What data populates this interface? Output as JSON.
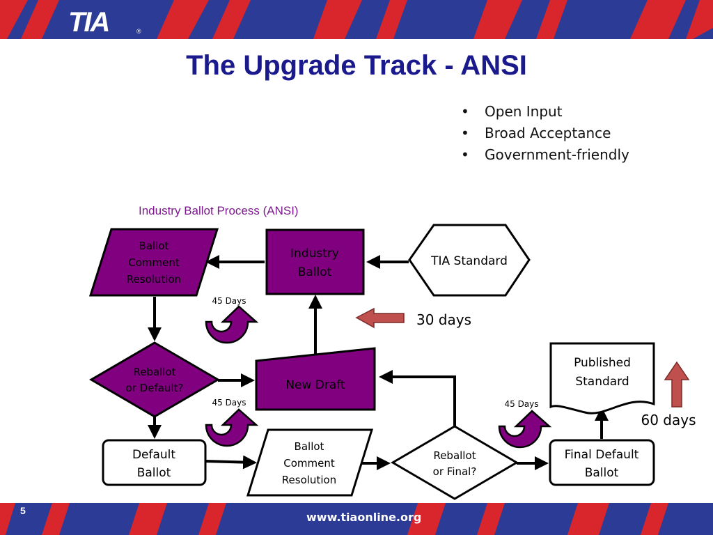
{
  "header": {
    "logo_text": "TIA",
    "logo_mark": "®"
  },
  "title": "The Upgrade Track - ANSI",
  "bullets": [
    "Open Input",
    "Broad Acceptance",
    "Government-friendly"
  ],
  "diagram": {
    "subtitle": "Industry Ballot Process (ANSI)",
    "nodes": {
      "ballot_comment_resolution_top": [
        "Ballot",
        "Comment",
        "Resolution"
      ],
      "industry_ballot": [
        "Industry",
        "Ballot"
      ],
      "tia_standard": "TIA Standard",
      "reballot_or_default": [
        "Reballot",
        "or Default?"
      ],
      "new_draft": "New Draft",
      "default_ballot": [
        "Default",
        "Ballot"
      ],
      "ballot_comment_resolution_bottom": [
        "Ballot",
        "Comment",
        "Resolution"
      ],
      "reballot_or_final": [
        "Reballot",
        "or Final?"
      ],
      "final_default_ballot": [
        "Final Default",
        "Ballot"
      ],
      "published_standard": [
        "Published",
        "Standard"
      ]
    },
    "labels": {
      "days_45_top": "45 Days",
      "days_45_middle": "45 Days",
      "days_45_right": "45 Days",
      "days_30": "30 days",
      "days_60": "60 days"
    },
    "colors": {
      "purple": "#800080",
      "arrow_red": "#c0504d",
      "title_blue": "#1a1a8c",
      "header_blue": "#2b3b96",
      "header_red": "#d9262c"
    }
  },
  "footer": {
    "page_number": "5",
    "url": "www.tiaonline.org"
  }
}
